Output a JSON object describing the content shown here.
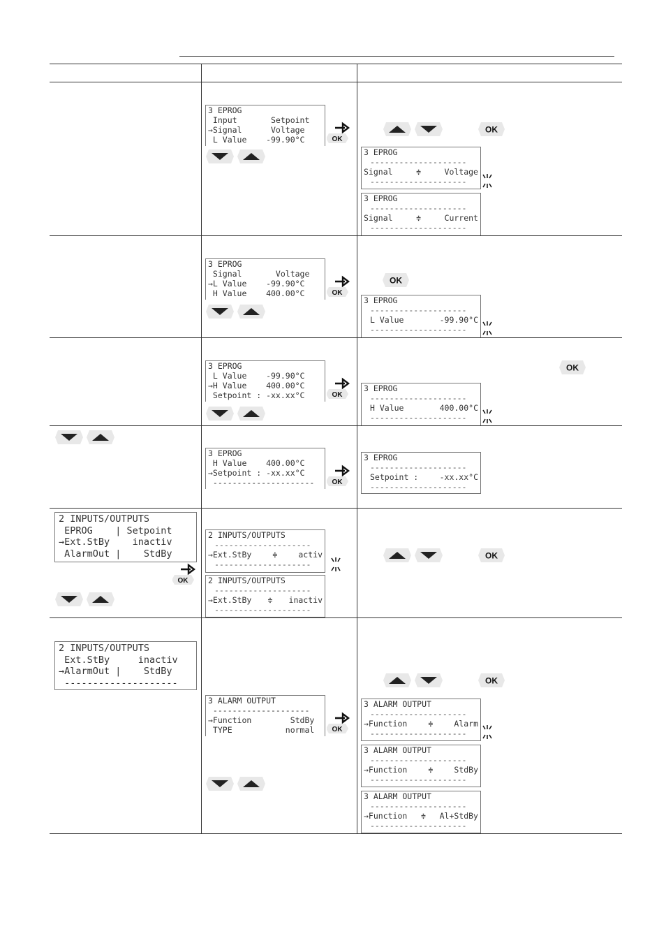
{
  "screens": {
    "r1_main": [
      "3 EPROG",
      " Input       Setpoint",
      "→Signal      Voltage",
      " L Value    -99.90°C"
    ],
    "r1_s1": {
      "title": "3 EPROG",
      "label": "Signal",
      "value": "Voltage"
    },
    "r1_s2": {
      "title": "3 EPROG",
      "label": "Signal",
      "value": "Current"
    },
    "r2_main": [
      "3 EPROG",
      " Signal       Voltage",
      "→L Value    -99.90°C",
      " H Value    400.00°C"
    ],
    "r2_s1": {
      "title": "3 EPROG",
      "label": "L Value",
      "value": "-99.90°C"
    },
    "r3_main": [
      "3 EPROG",
      " L Value    -99.90°C",
      "→H Value    400.00°C",
      " Setpoint : -xx.xx°C"
    ],
    "r3_s1": {
      "title": "3 EPROG",
      "label": "H Value",
      "value": "400.00°C"
    },
    "r4_main": [
      "3 EPROG",
      " H Value    400.00°C",
      "→Setpoint : -xx.xx°C",
      " ---------------------"
    ],
    "r4_s1": {
      "title": "3 EPROG",
      "label": "Setpoint :",
      "value": "-xx.xx°C"
    },
    "r5_left": [
      "2 INPUTS/OUTPUTS",
      " EPROG    | Setpoint",
      "→Ext.StBy    inactiv",
      " AlarmOut |    StdBy"
    ],
    "r5_s1": {
      "title": "2 INPUTS/OUTPUTS",
      "label": "→Ext.StBy",
      "value": "activ"
    },
    "r5_s2": {
      "title": "2 INPUTS/OUTPUTS",
      "label": "→Ext.StBy",
      "value": "inactiv"
    },
    "r6_left": [
      "2 INPUTS/OUTPUTS",
      " Ext.StBy     inactiv",
      "→AlarmOut |    StdBy",
      " --------------------"
    ],
    "r6_main": [
      "3 ALARM OUTPUT",
      " --------------------",
      "→Function        StdBy",
      " TYPE           normal"
    ],
    "r6_s1": {
      "title": "3 ALARM OUTPUT",
      "label": "→Function",
      "value": "Alarm"
    },
    "r6_s2": {
      "title": "3 ALARM OUTPUT",
      "label": "→Function",
      "value": "StdBy"
    },
    "r6_s3": {
      "title": "3 ALARM OUTPUT",
      "label": "→Function",
      "value": "Al+StdBy"
    }
  },
  "buttons": {
    "ok_label": "OK"
  },
  "dashes": "--------------------",
  "updown_glyph": "≑",
  "icons": [
    "up-arrow-button-icon",
    "down-arrow-button-icon",
    "ok-button-icon",
    "right-arrow-icon",
    "blink-icon"
  ]
}
